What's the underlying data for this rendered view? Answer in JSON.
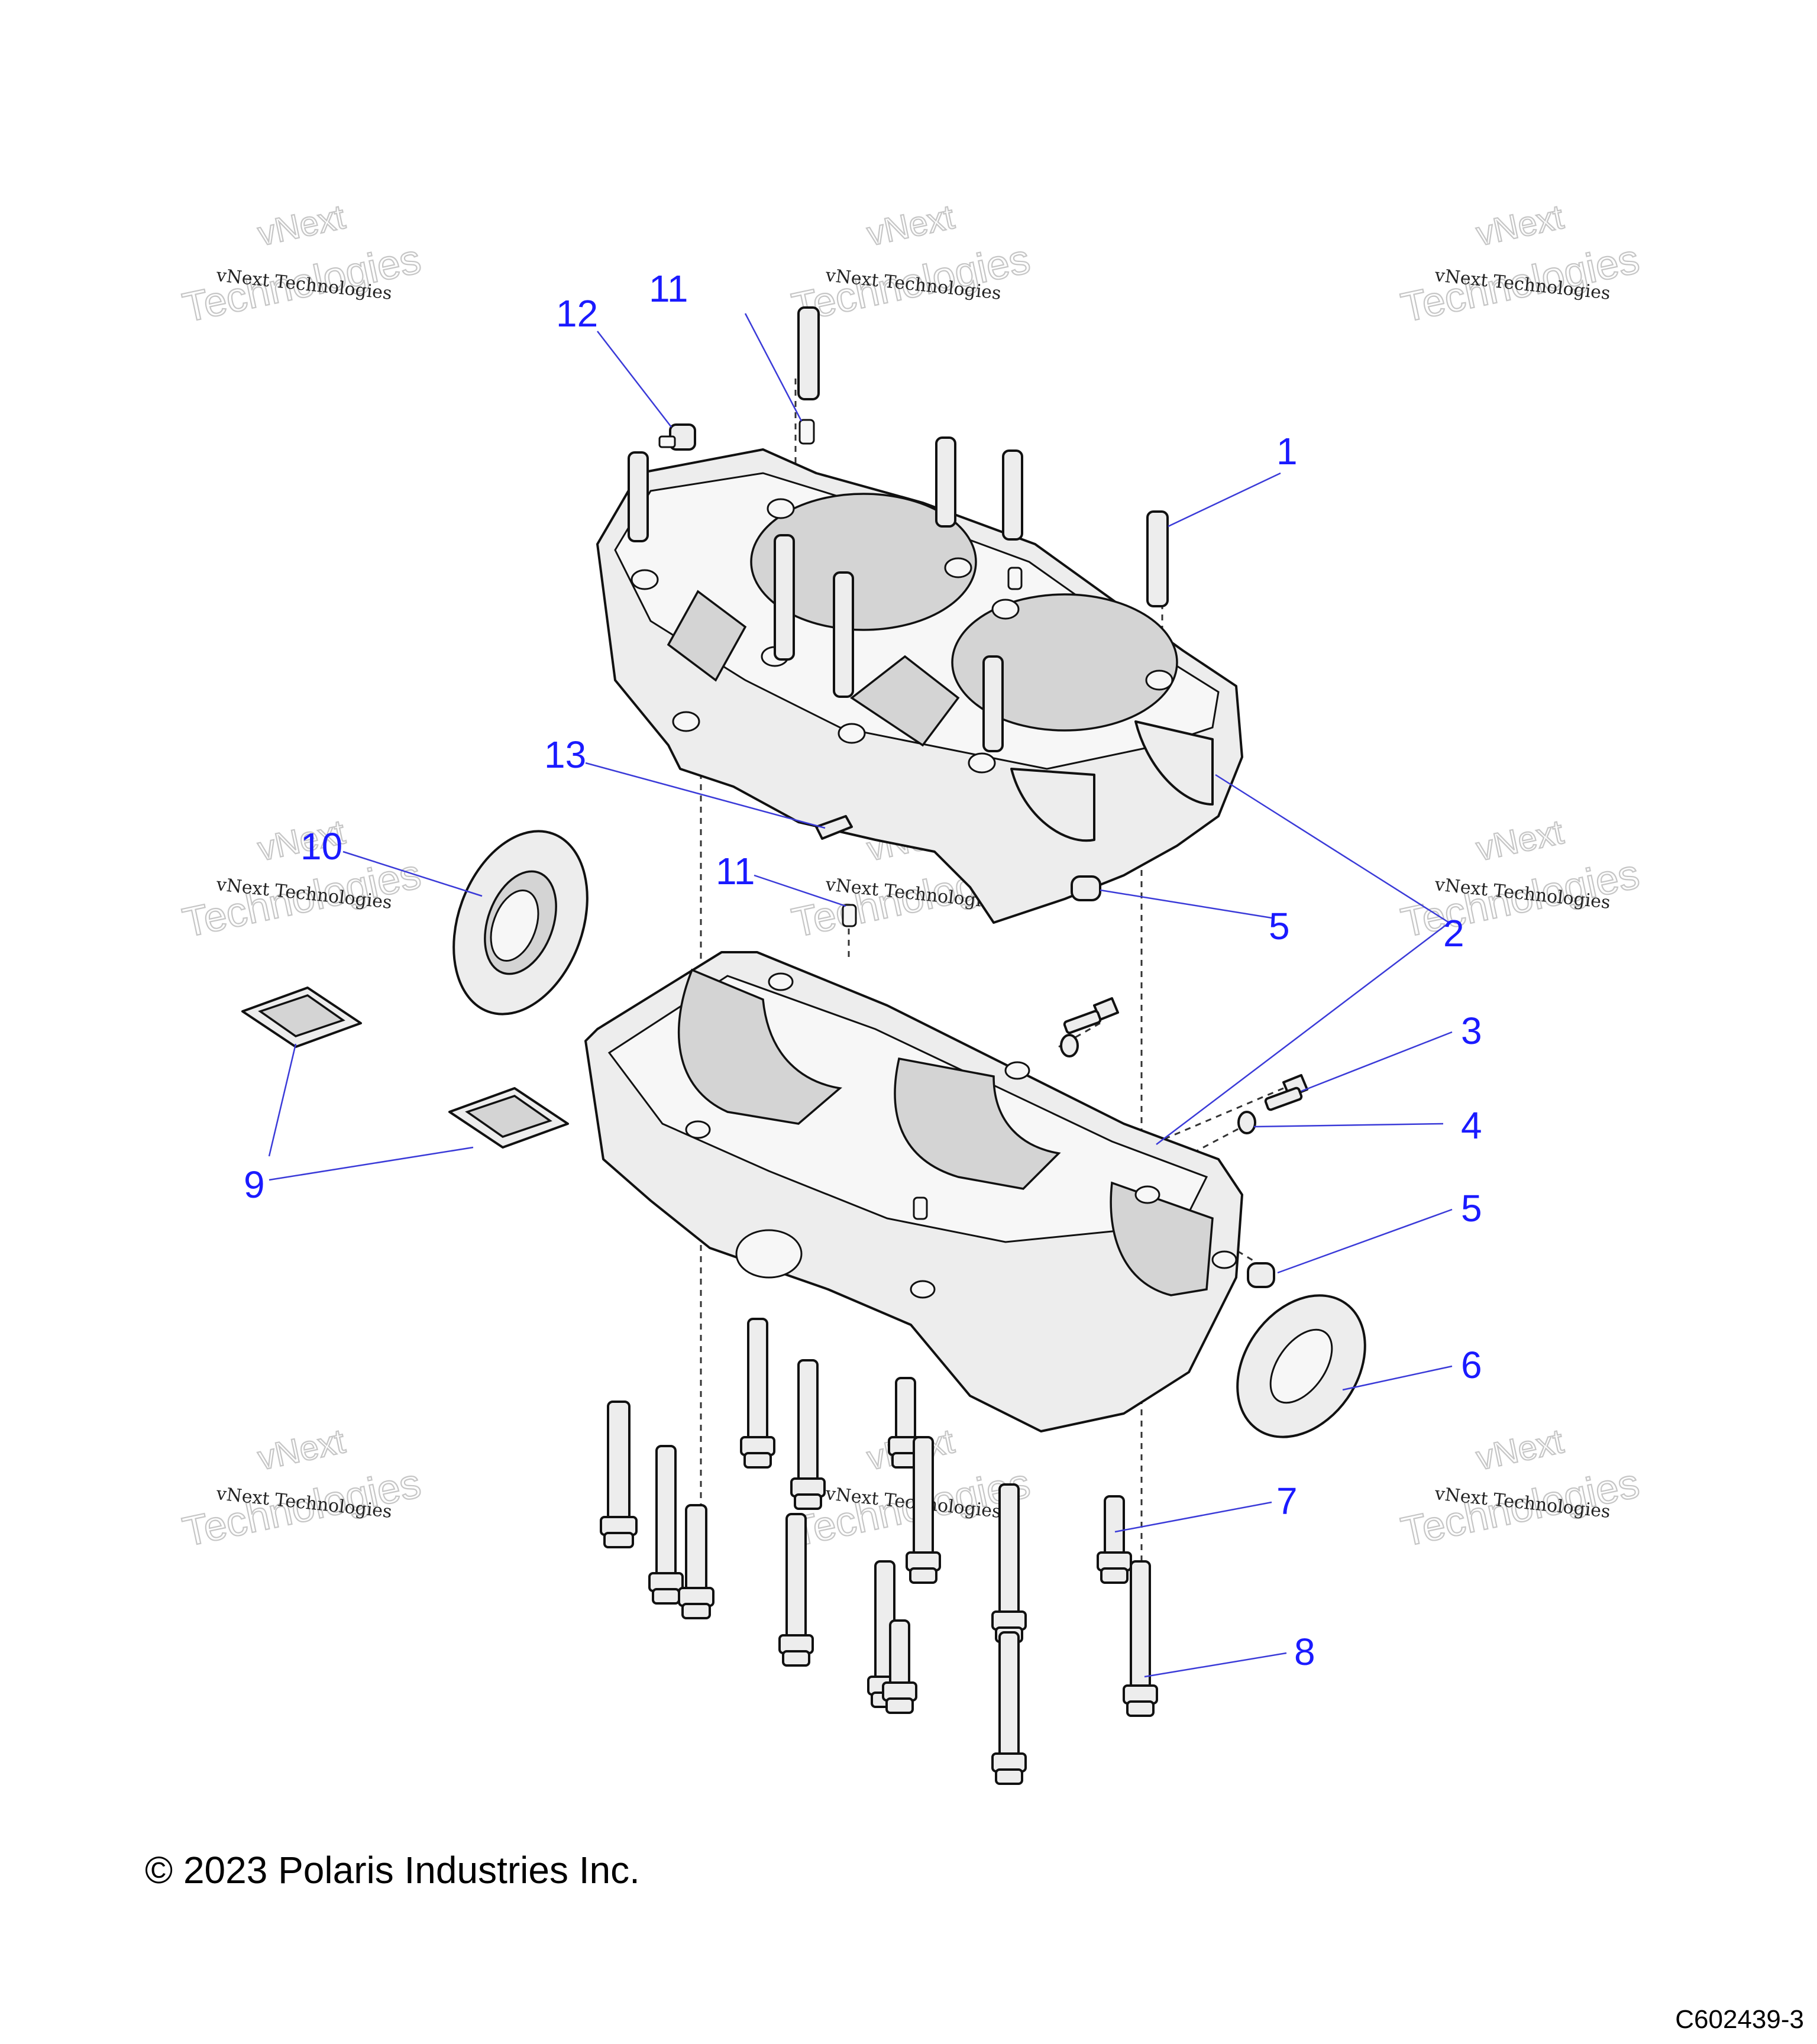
{
  "callouts": [
    {
      "id": "1",
      "label": "1"
    },
    {
      "id": "2",
      "label": "2"
    },
    {
      "id": "3",
      "label": "3"
    },
    {
      "id": "4",
      "label": "4"
    },
    {
      "id": "5a",
      "label": "5"
    },
    {
      "id": "5b",
      "label": "5"
    },
    {
      "id": "6",
      "label": "6"
    },
    {
      "id": "7",
      "label": "7"
    },
    {
      "id": "8",
      "label": "8"
    },
    {
      "id": "9",
      "label": "9"
    },
    {
      "id": "10",
      "label": "10"
    },
    {
      "id": "11a",
      "label": "11"
    },
    {
      "id": "11b",
      "label": "11"
    },
    {
      "id": "12",
      "label": "12"
    },
    {
      "id": "13",
      "label": "13"
    }
  ],
  "watermark": {
    "line1": "vNext Technologies",
    "ghost_top": "vNext",
    "ghost_bottom": "Technologies"
  },
  "copyright": "© 2023 Polaris Industries Inc.",
  "figure_code": "C602439-3"
}
